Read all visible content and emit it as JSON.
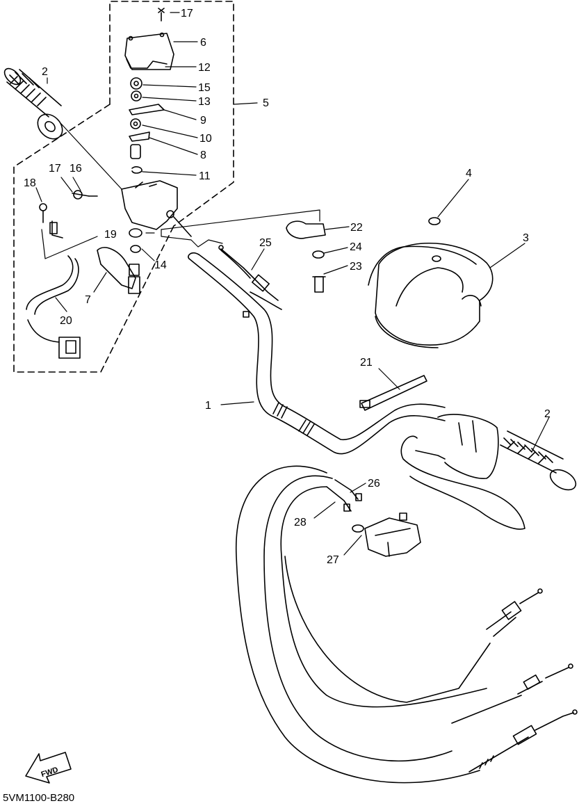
{
  "diagram": {
    "code": "5VM1100-B280",
    "fwd_label": "FWD",
    "callouts": [
      {
        "id": "c1",
        "label": "1"
      },
      {
        "id": "c2a",
        "label": "2"
      },
      {
        "id": "c2b",
        "label": "2"
      },
      {
        "id": "c3",
        "label": "3"
      },
      {
        "id": "c4",
        "label": "4"
      },
      {
        "id": "c5",
        "label": "5"
      },
      {
        "id": "c6",
        "label": "6"
      },
      {
        "id": "c7",
        "label": "7"
      },
      {
        "id": "c8",
        "label": "8"
      },
      {
        "id": "c9",
        "label": "9"
      },
      {
        "id": "c10",
        "label": "10"
      },
      {
        "id": "c11",
        "label": "11"
      },
      {
        "id": "c12",
        "label": "12"
      },
      {
        "id": "c13",
        "label": "13"
      },
      {
        "id": "c14",
        "label": "14"
      },
      {
        "id": "c15",
        "label": "15"
      },
      {
        "id": "c16",
        "label": "16"
      },
      {
        "id": "c17a",
        "label": "17"
      },
      {
        "id": "c17b",
        "label": "17"
      },
      {
        "id": "c18",
        "label": "18"
      },
      {
        "id": "c19",
        "label": "19"
      },
      {
        "id": "c20",
        "label": "20"
      },
      {
        "id": "c21",
        "label": "21"
      },
      {
        "id": "c22",
        "label": "22"
      },
      {
        "id": "c23",
        "label": "23"
      },
      {
        "id": "c24",
        "label": "24"
      },
      {
        "id": "c25",
        "label": "25"
      },
      {
        "id": "c26",
        "label": "26"
      },
      {
        "id": "c27",
        "label": "27"
      },
      {
        "id": "c28",
        "label": "28"
      }
    ]
  }
}
